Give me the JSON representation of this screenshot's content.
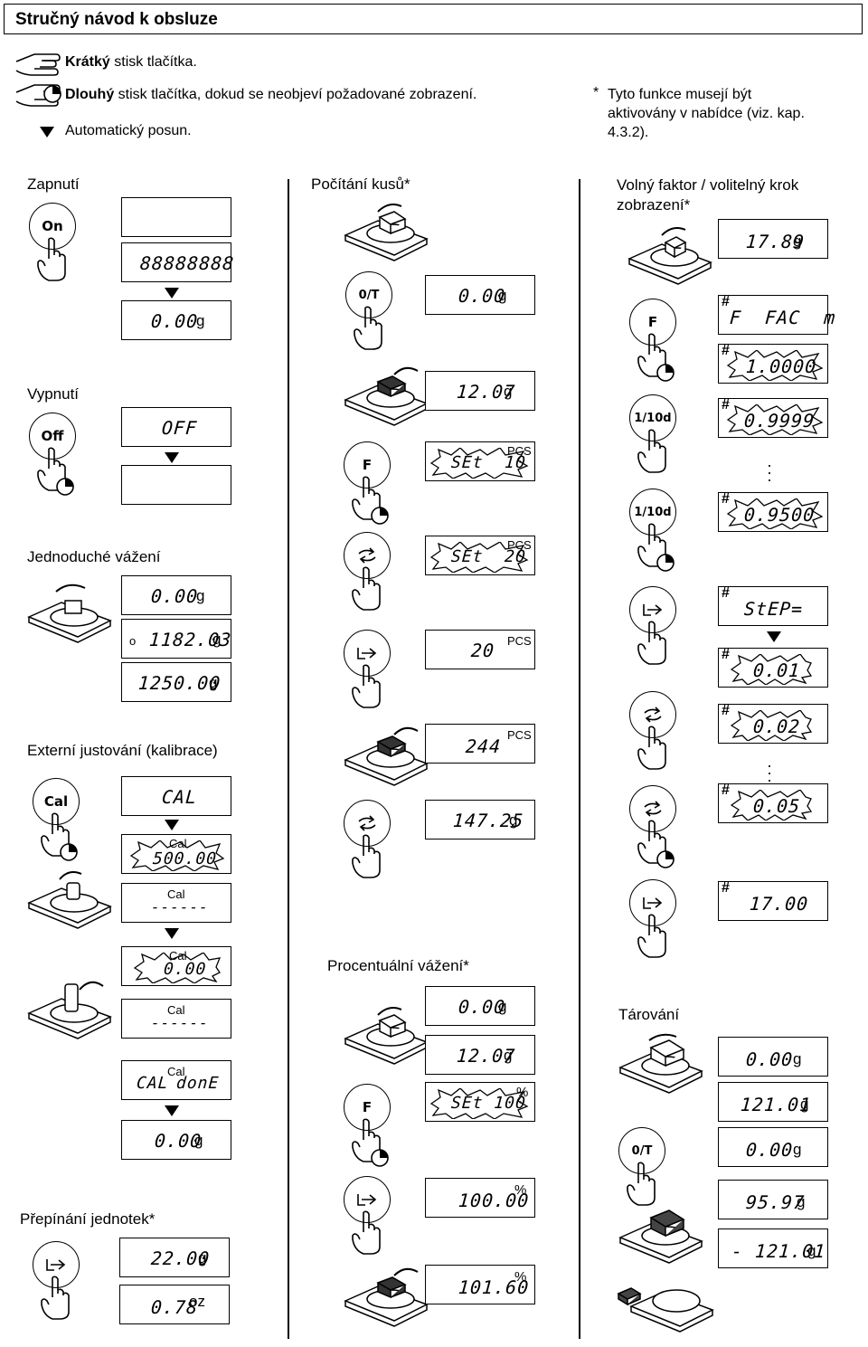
{
  "header": {
    "title": "Stručný návod k obsluze"
  },
  "legend": {
    "short_press": "Krátký",
    "short_press_rest": " stisk tlačítka.",
    "long_press": "Dlouhý",
    "long_press_rest": " stisk tlačítka, dokud se neobjeví požadované zobrazení.",
    "auto": "Automatický posun.",
    "note_star": "*",
    "note_line1": "Tyto funkce musejí být",
    "note_line2": "aktivovány v nabídce (viz. kap.",
    "note_line3": "4.3.2)."
  },
  "sections": {
    "power_on": "Zapnutí",
    "power_off": "Vypnutí",
    "simple_weighing": "Jednoduché vážení",
    "calibration": "Externí justování (kalibrace)",
    "unit_switch": "Přepínání jednotek*",
    "piece_counting": "Počítání kusů*",
    "percent_weighing": "Procentuální vážení*",
    "free_factor_line1": "Volný faktor / volitelný krok",
    "free_factor_line2": "zobrazení*",
    "taring": "Tárování"
  },
  "buttons": {
    "on": "On",
    "off": "Off",
    "cal": "Cal",
    "tare": "0/T",
    "f": "F",
    "tenth": "1/10d"
  },
  "displays": {
    "on_all": "88888888",
    "on_zero": "0.00",
    "off_text": "OFF",
    "sw_zero": "0.00",
    "sw_unstable": "1182.03",
    "sw_stable": "1250.00",
    "cal_text": "CAL",
    "cal_label": "Cal",
    "cal_weight": "500.00",
    "cal_dashes": "------",
    "cal_zero": "0.00",
    "cal_done_a": "CAL",
    "cal_done_b": "donE",
    "cal_final": "0.00",
    "unit_g": "22.00",
    "unit_oz": "0.78",
    "pc_zero": "0.00",
    "pc_weight": "12.07",
    "pc_set10": "SEt  10",
    "pc_set20": "SEt  20",
    "pc_20": "20",
    "pc_244": "244",
    "pc_g": "147.25",
    "pct_zero": "0.00",
    "pct_weight": "12.07",
    "pct_set": "SEt 100",
    "pct_100": "100.00",
    "pct_101": "101.60",
    "ff_weight": "17.89",
    "ff_fac": "F  FAC  m",
    "ff_1": "1.0000",
    "ff_2": "0.9999",
    "ff_3": "0.9500",
    "ff_step": "StEP=",
    "ff_s1": "0.01",
    "ff_s2": "0.02",
    "ff_s3": "0.05",
    "ff_final": "17.00",
    "t_zero": "0.00",
    "t_121": "121.01",
    "t_zero2": "0.00",
    "t_95": "95.97",
    "t_neg": "- 121.01"
  },
  "units": {
    "g": "g",
    "oz": "oz",
    "pcs": "PCS",
    "pct": "%",
    "hash": "#",
    "stab": "o"
  }
}
